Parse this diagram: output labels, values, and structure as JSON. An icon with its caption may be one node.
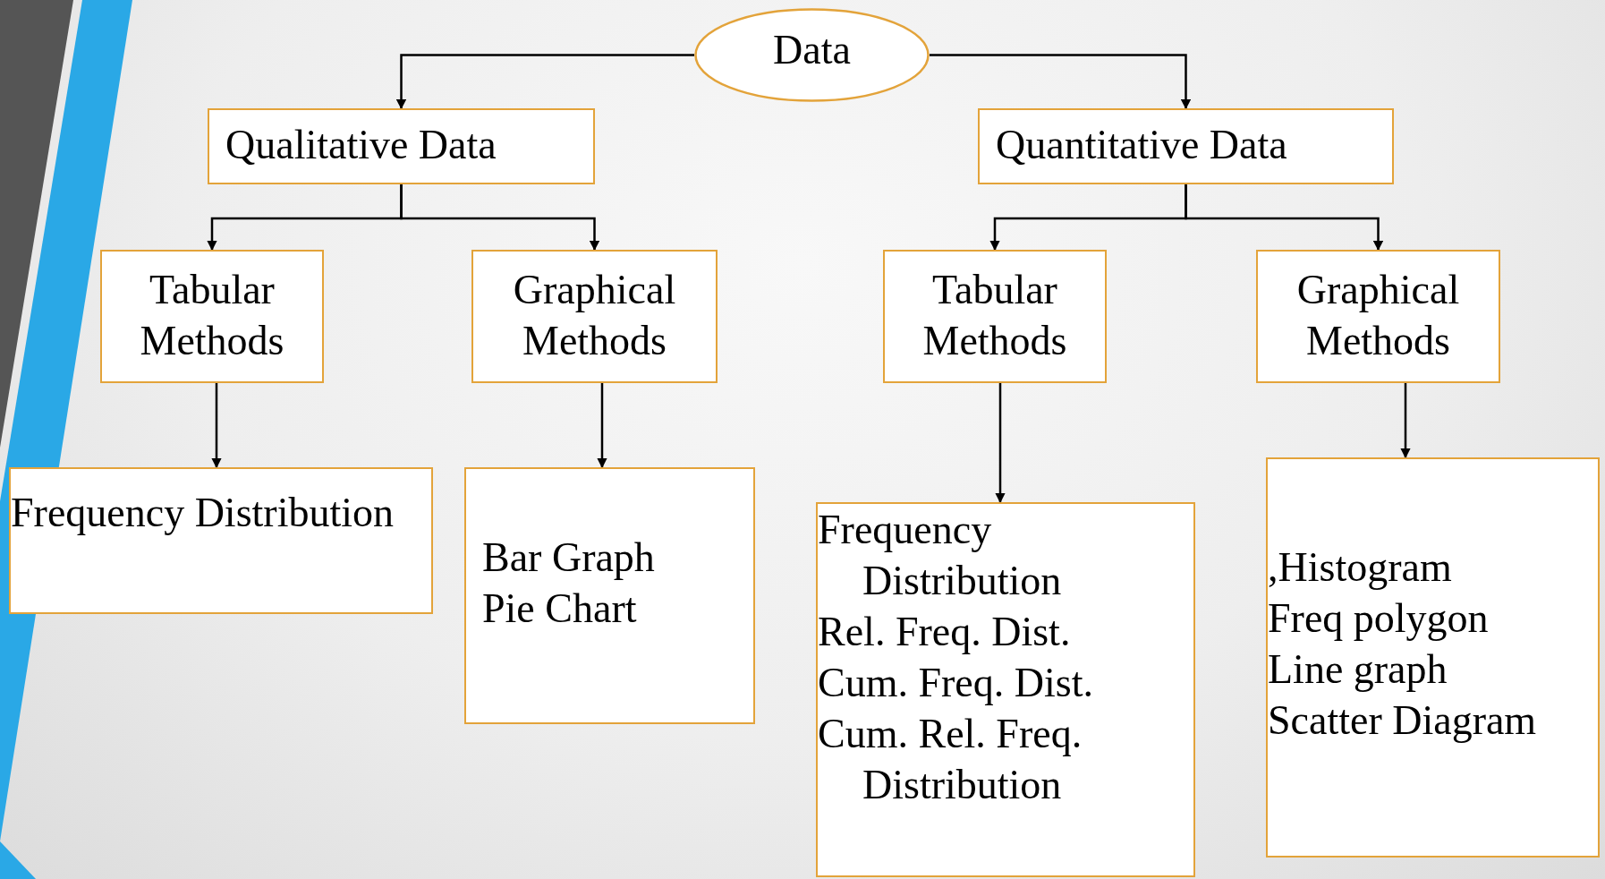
{
  "diagram": {
    "nodes": [
      {
        "text": [
          "Data"
        ]
      },
      {
        "text": [
          "Qualitative Data"
        ]
      },
      {
        "text": [
          "Quantitative Data"
        ]
      },
      {
        "text": [
          "Tabular Methods"
        ]
      },
      {
        "text": [
          "Graphical Methods"
        ]
      },
      {
        "text": [
          "Tabular Methods"
        ]
      },
      {
        "text": [
          "Graphical Methods"
        ]
      },
      {
        "text": [
          "Frequency Distribution"
        ]
      },
      {
        "text": [
          "Bar Graph",
          "Pie Chart"
        ]
      },
      {
        "text": [
          "Frequency Distribution",
          "Rel. Freq. Dist.",
          "Cum. Freq. Dist.",
          "Cum. Rel. Freq. Distribution"
        ]
      },
      {
        "text": [
          ",Histogram",
          "Freq polygon",
          "Line graph",
          "Scatter Diagram"
        ]
      }
    ],
    "edges": [
      {
        "from": 0,
        "to": 1,
        "arrow": "to"
      },
      {
        "from": 0,
        "to": 2,
        "arrow": "to"
      },
      {
        "from": 1,
        "to": 3,
        "arrow": "to"
      },
      {
        "from": 1,
        "to": 4,
        "arrow": "to"
      },
      {
        "from": 2,
        "to": 5,
        "arrow": "to"
      },
      {
        "from": 2,
        "to": 6,
        "arrow": "to"
      },
      {
        "from": 3,
        "to": 7,
        "arrow": "to"
      },
      {
        "from": 4,
        "to": 8,
        "arrow": "to"
      },
      {
        "from": 5,
        "to": 9,
        "arrow": "to"
      },
      {
        "from": 6,
        "to": 10,
        "arrow": "to"
      }
    ]
  }
}
